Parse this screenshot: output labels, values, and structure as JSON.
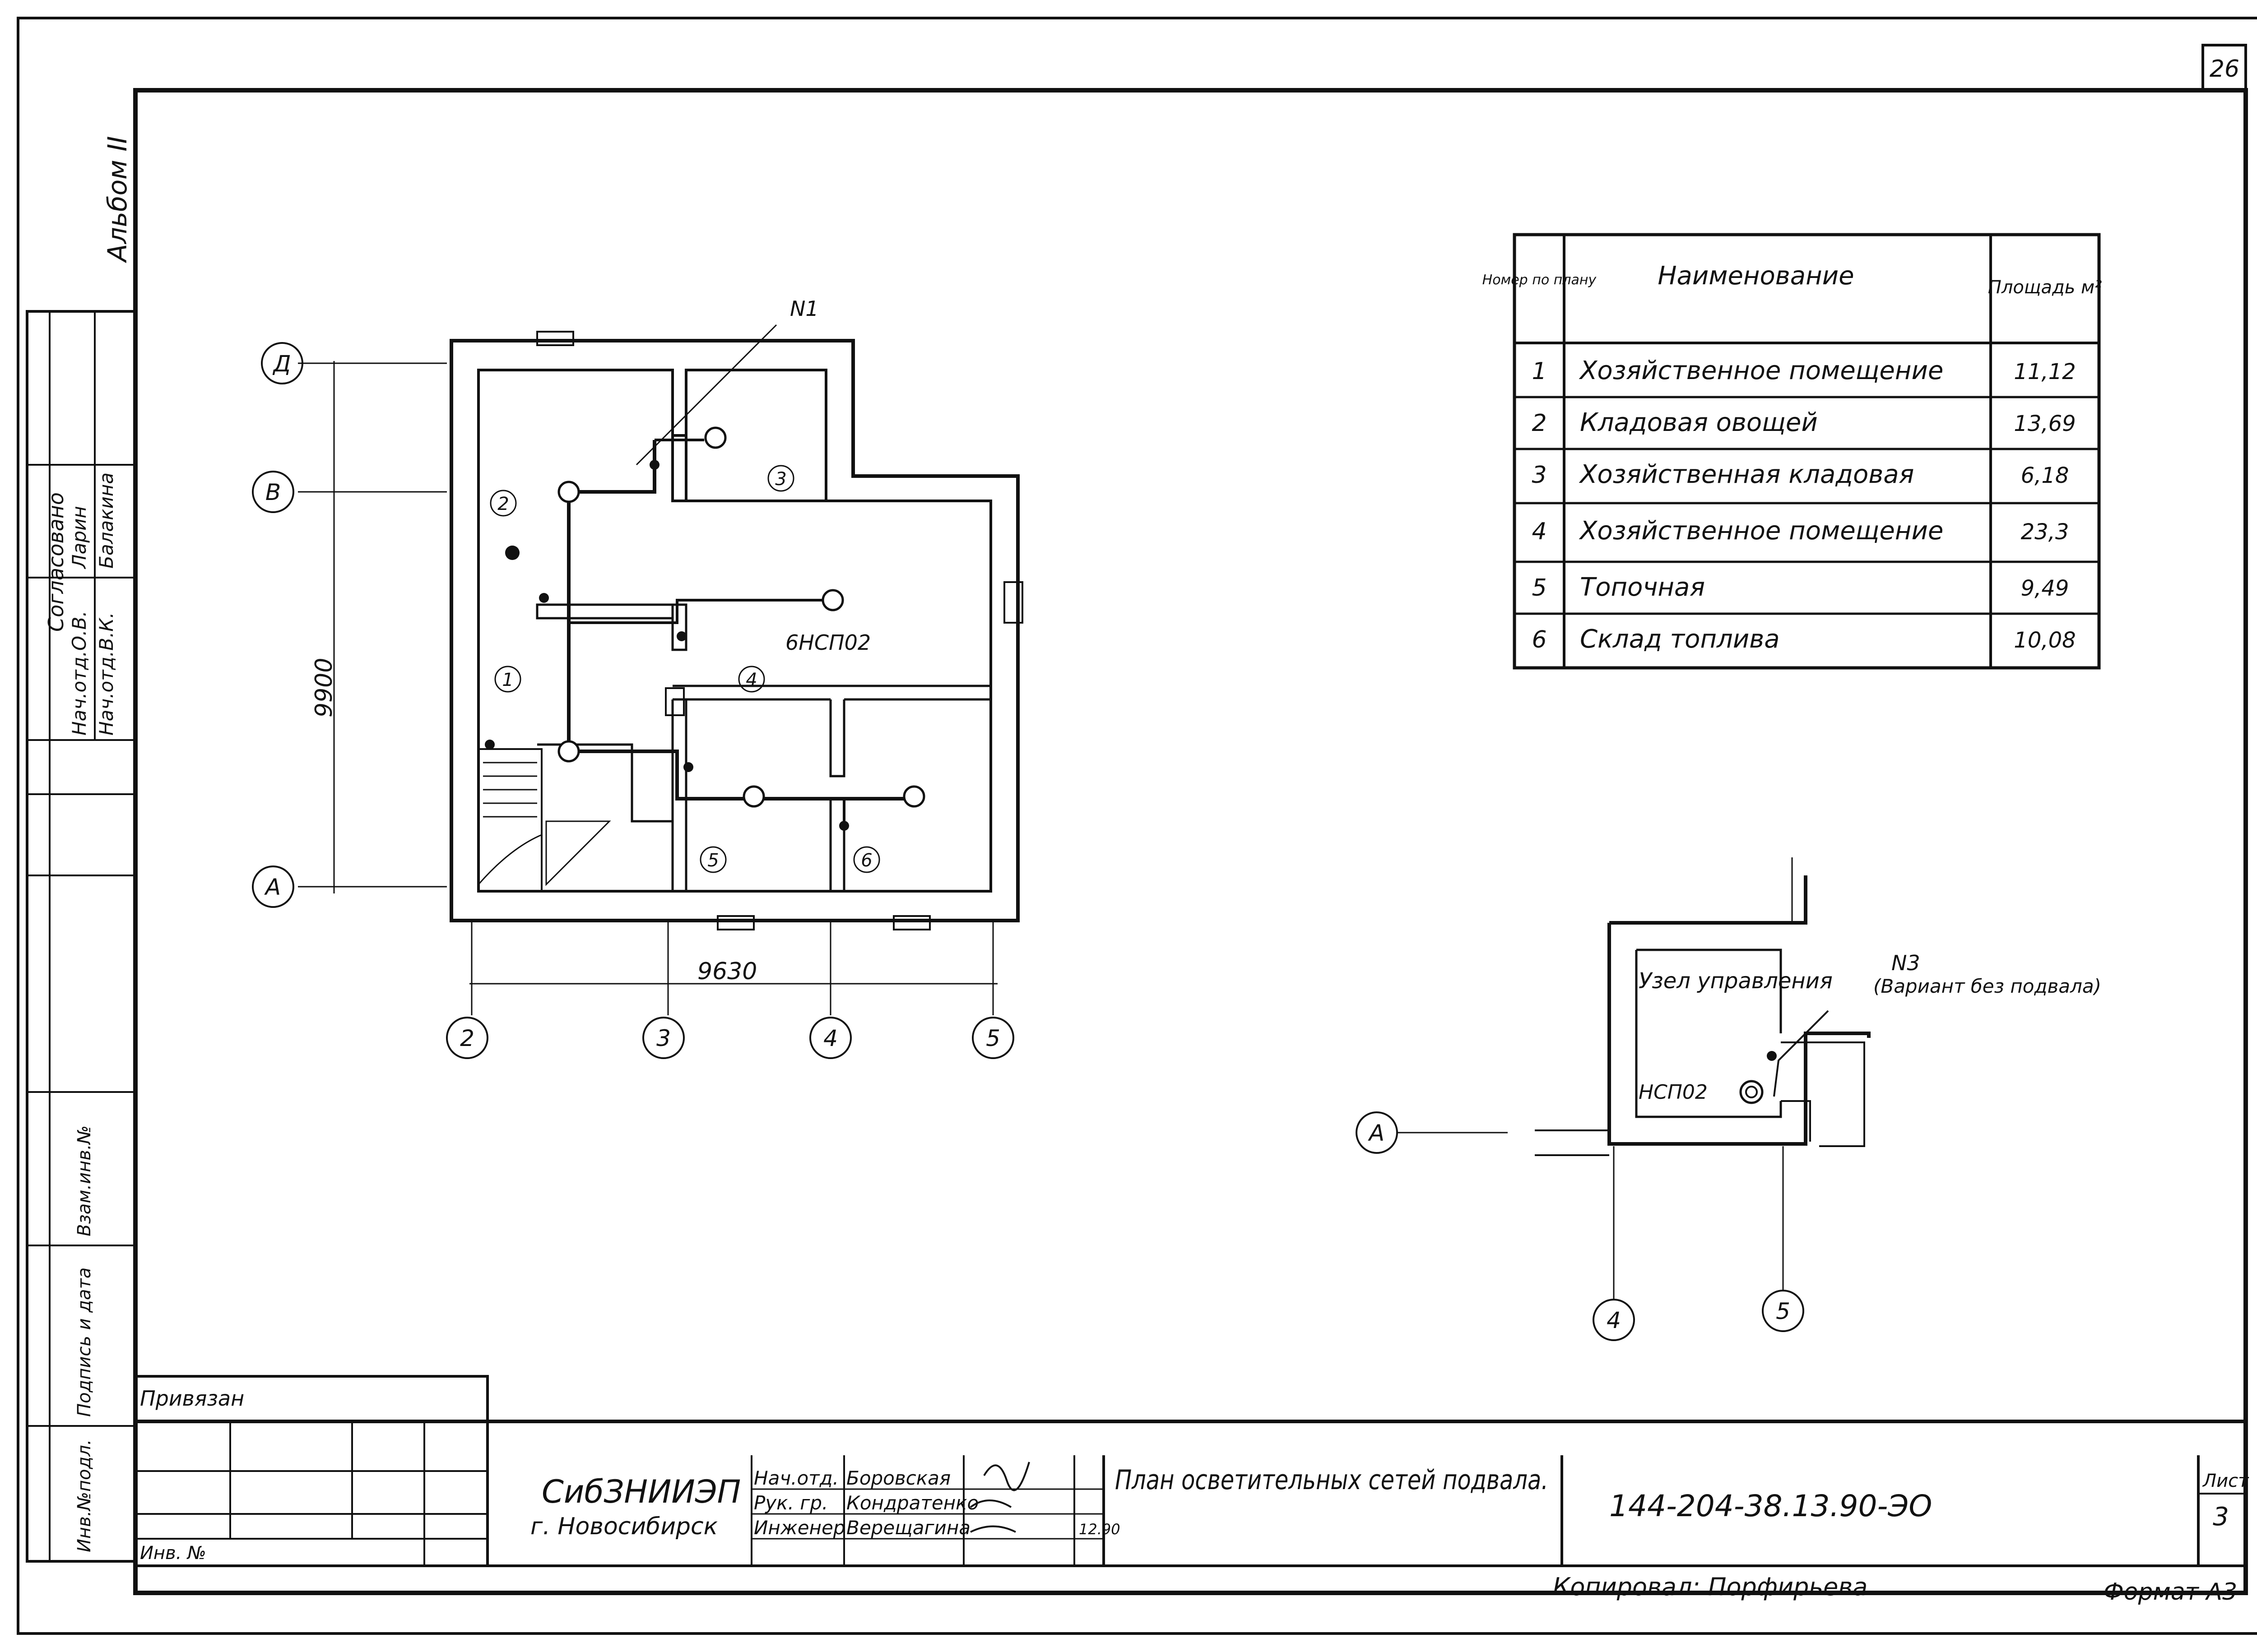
{
  "sheet_corner_number": "26",
  "album": "Альбом II",
  "side_stamp": {
    "agreed": "Согласовано",
    "rows": [
      {
        "role": "Нач.отд.О.В.",
        "name": "Ларин"
      },
      {
        "role": "Нач.отд.В.К.",
        "name": "Балакина"
      }
    ],
    "labels": [
      "Инв.№подл.",
      "Подпись и дата",
      "Взам.инв.№"
    ]
  },
  "room_table": {
    "headers": [
      "Номер по плану",
      "Наименование",
      "Площадь м²"
    ],
    "rows": [
      {
        "num": "1",
        "name": "Хозяйственное помещение",
        "area": "11,12"
      },
      {
        "num": "2",
        "name": "Кладовая овощей",
        "area": "13,69"
      },
      {
        "num": "3",
        "name": "Хозяйственная кладовая",
        "area": "6,18"
      },
      {
        "num": "4",
        "name": "Хозяйственное помещение",
        "area": "23,3"
      },
      {
        "num": "5",
        "name": "Топочная",
        "area": "9,49"
      },
      {
        "num": "6",
        "name": "Склад топлива",
        "area": "10,08"
      }
    ]
  },
  "plan1": {
    "axes_rows": [
      "Д",
      "В",
      "А"
    ],
    "axes_cols": [
      "2",
      "3",
      "4",
      "5"
    ],
    "dim_vertical": "9900",
    "dim_horizontal": "9630",
    "line_label": "N1",
    "panel_label": "6НСП02",
    "rooms": [
      "1",
      "2",
      "3",
      "4",
      "5",
      "6"
    ]
  },
  "plan2": {
    "room_name": "Узел управления",
    "panel_label": "НСП02",
    "line_label": "N3",
    "note": "(Вариант без подвала)",
    "axis_row": "А",
    "axes_cols": [
      "4",
      "5"
    ]
  },
  "title_block": {
    "privyazan": "Привязан",
    "inv_no": "Инв. №",
    "org_name": "СибЗНИИЭП",
    "org_city": "г. Новосибирск",
    "people": [
      {
        "role": "Нач.отд.",
        "name": "Боровская"
      },
      {
        "role": "Рук. гр.",
        "name": "Кондратенко"
      },
      {
        "role": "Инженер",
        "name": "Верещагина"
      }
    ],
    "date": "12.90",
    "sheet_title": "План осветительных сетей подвала.",
    "doc_code": "144-204-38.13.90-ЭО",
    "sheet_label": "Лист",
    "sheet_no": "3",
    "copied_by": "Копировал: Порфирьева",
    "format": "Формат А3"
  }
}
